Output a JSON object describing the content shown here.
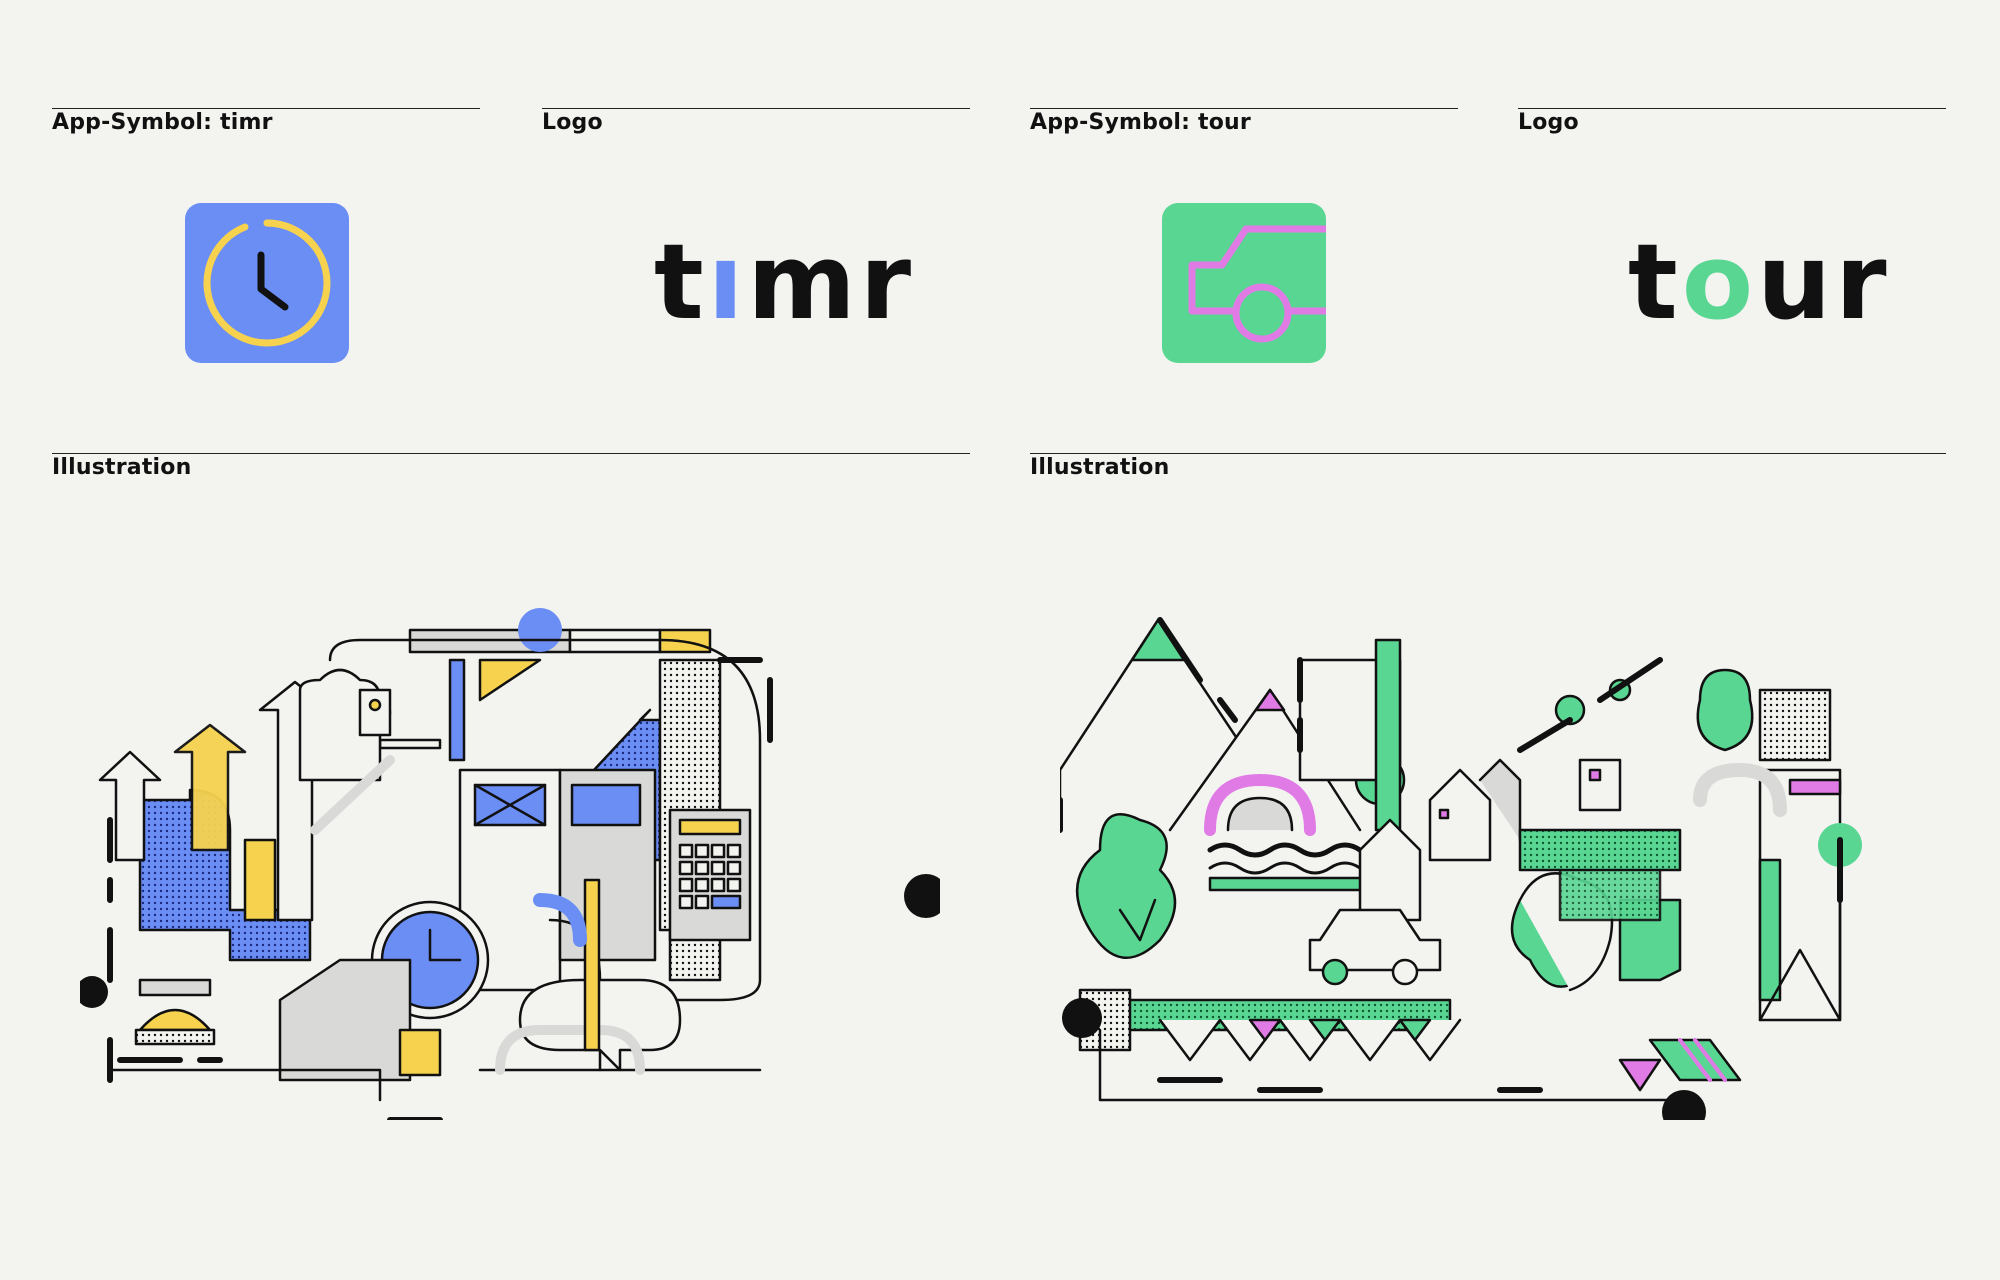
{
  "sections": {
    "timr_app_symbol": {
      "label": "App-Symbol: timr"
    },
    "timr_logo": {
      "label": "Logo",
      "text_before": "t",
      "text_accent": "ı",
      "text_after": "mr"
    },
    "tour_app_symbol": {
      "label": "App-Symbol: tour"
    },
    "tour_logo": {
      "label": "Logo",
      "text_before": "t",
      "text_accent": "o",
      "text_after": "ur"
    },
    "timr_illustration": {
      "label": "Illustration"
    },
    "tour_illustration": {
      "label": "Illustration"
    }
  },
  "colors": {
    "background": "#f3f4f0",
    "timr_blue": "#6b8ef5",
    "timr_yellow": "#f6d24e",
    "tour_green": "#5ad693",
    "tour_pink": "#e07be6",
    "ink": "#111111",
    "grey": "#d9dad8"
  },
  "icons": {
    "timr": "clock-icon",
    "tour": "car-icon"
  }
}
